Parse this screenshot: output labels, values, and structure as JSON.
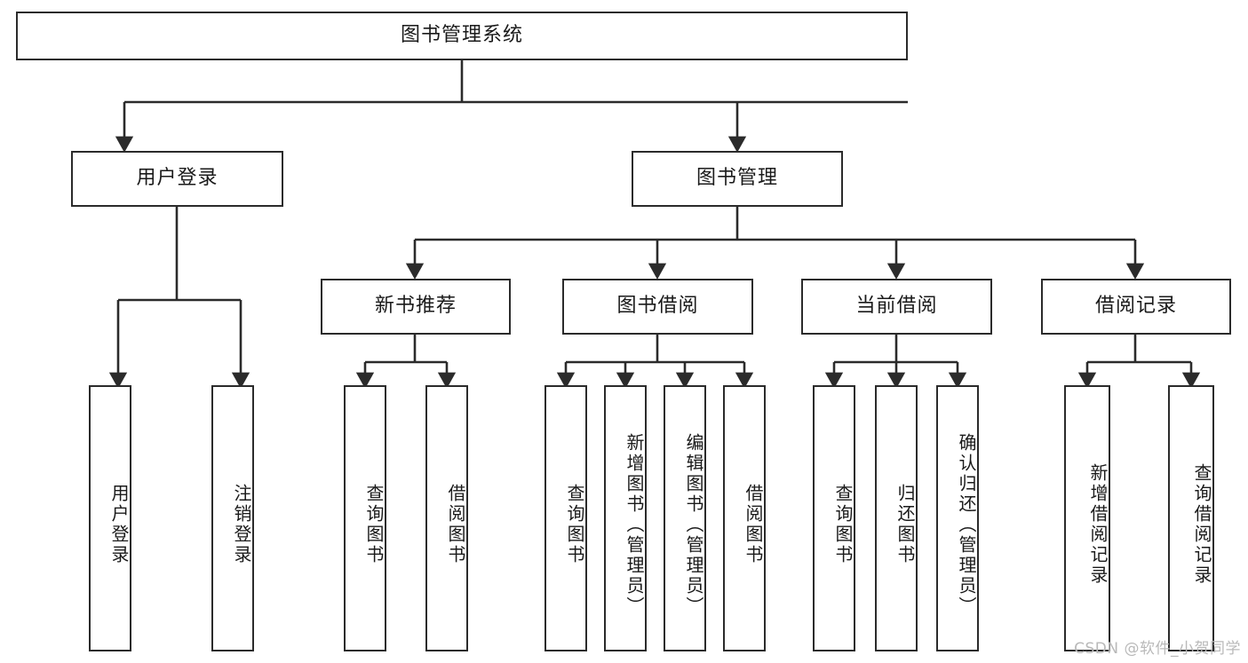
{
  "diagram": {
    "title": "图书管理系统",
    "type": "tree-hierarchy",
    "watermark": "CSDN @软件_小贺同学",
    "colors": {
      "stroke": "#2b2b2b",
      "fill": "#ffffff",
      "text": "#1a1a1a",
      "watermark": "#b9b9b9"
    },
    "nodes": {
      "root": "图书管理系统",
      "level2": {
        "user_login": "用户登录",
        "book_manage": "图书管理"
      },
      "level3": {
        "new_book_recommend": "新书推荐",
        "book_borrow": "图书借阅",
        "current_borrow": "当前借阅",
        "borrow_record": "借阅记录"
      },
      "leaves": {
        "user_login_1": "用户登录",
        "user_login_2": "注销登录",
        "recommend_1": "查询图书",
        "recommend_2": "借阅图书",
        "borrow_1": "查询图书",
        "borrow_2": "新增图书（管理员）",
        "borrow_3": "编辑图书（管理员）",
        "borrow_4": "借阅图书",
        "current_1": "查询图书",
        "current_2": "归还图书",
        "current_3": "确认归还（管理员）",
        "record_1": "新增借阅记录",
        "record_2": "查询借阅记录"
      }
    }
  }
}
